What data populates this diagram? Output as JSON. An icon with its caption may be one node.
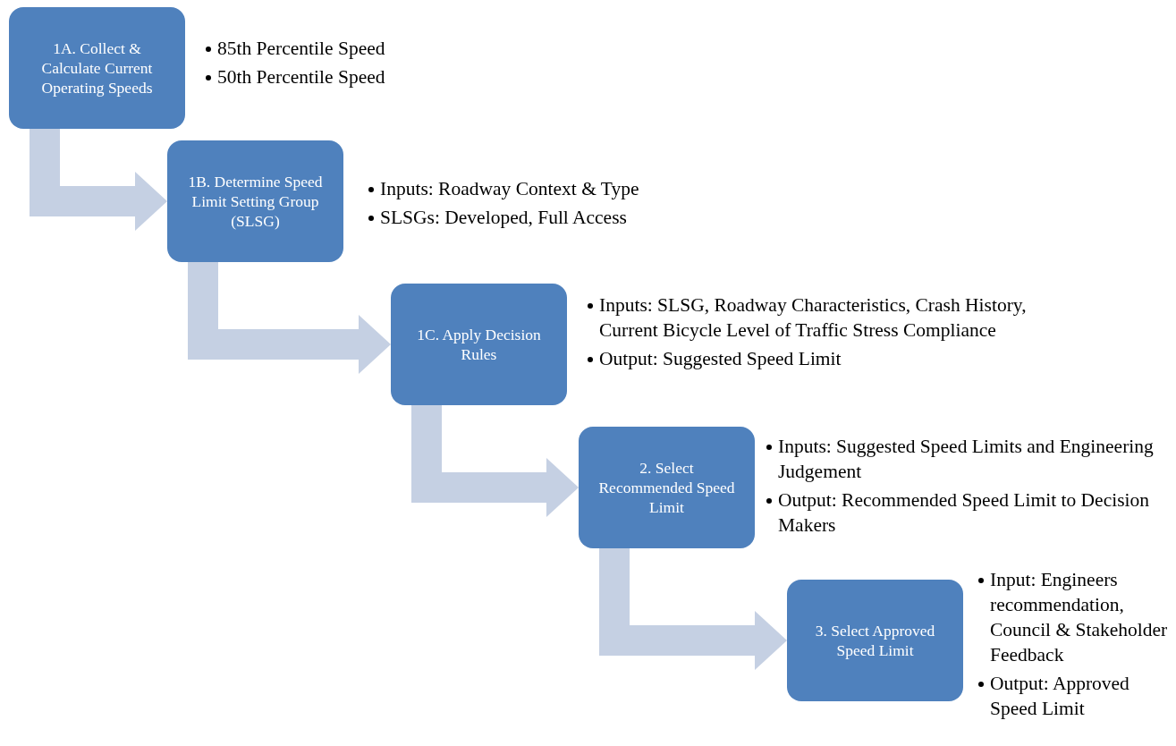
{
  "diagram": {
    "nodes": [
      {
        "text": [
          "1A. Collect & Calculate Current Operating Speeds"
        ],
        "beside": [
          "85th Percentile Speed",
          "50th Percentile Speed"
        ]
      },
      {
        "text": [
          "1B. Determine Speed Limit Setting Group (SLSG)"
        ],
        "beside": [
          "Inputs: Roadway Context & Type",
          "SLSGs: Developed, Full Access"
        ]
      },
      {
        "text": [
          "1C. Apply Decision Rules"
        ],
        "beside": [
          "Inputs: SLSG, Roadway Characteristics, Crash History, Current Bicycle Level of Traffic Stress Compliance",
          "Output: Suggested Speed Limit"
        ]
      },
      {
        "text": [
          "2. Select Recommended Speed Limit"
        ],
        "beside": [
          "Inputs: Suggested Speed Limits and Engineering Judgement",
          "Output: Recommended Speed Limit to Decision Makers"
        ]
      },
      {
        "text": [
          "3. Select Approved Speed Limit"
        ],
        "beside": [
          "Input: Engineers recommendation, Council & Stakeholder Feedback",
          "Output: Approved Speed Limit"
        ]
      }
    ],
    "edges": [
      {
        "from": 0,
        "to": 1,
        "arrow": "to"
      },
      {
        "from": 1,
        "to": 2,
        "arrow": "to"
      },
      {
        "from": 2,
        "to": 3,
        "arrow": "to"
      },
      {
        "from": 3,
        "to": 4,
        "arrow": "to"
      }
    ]
  }
}
